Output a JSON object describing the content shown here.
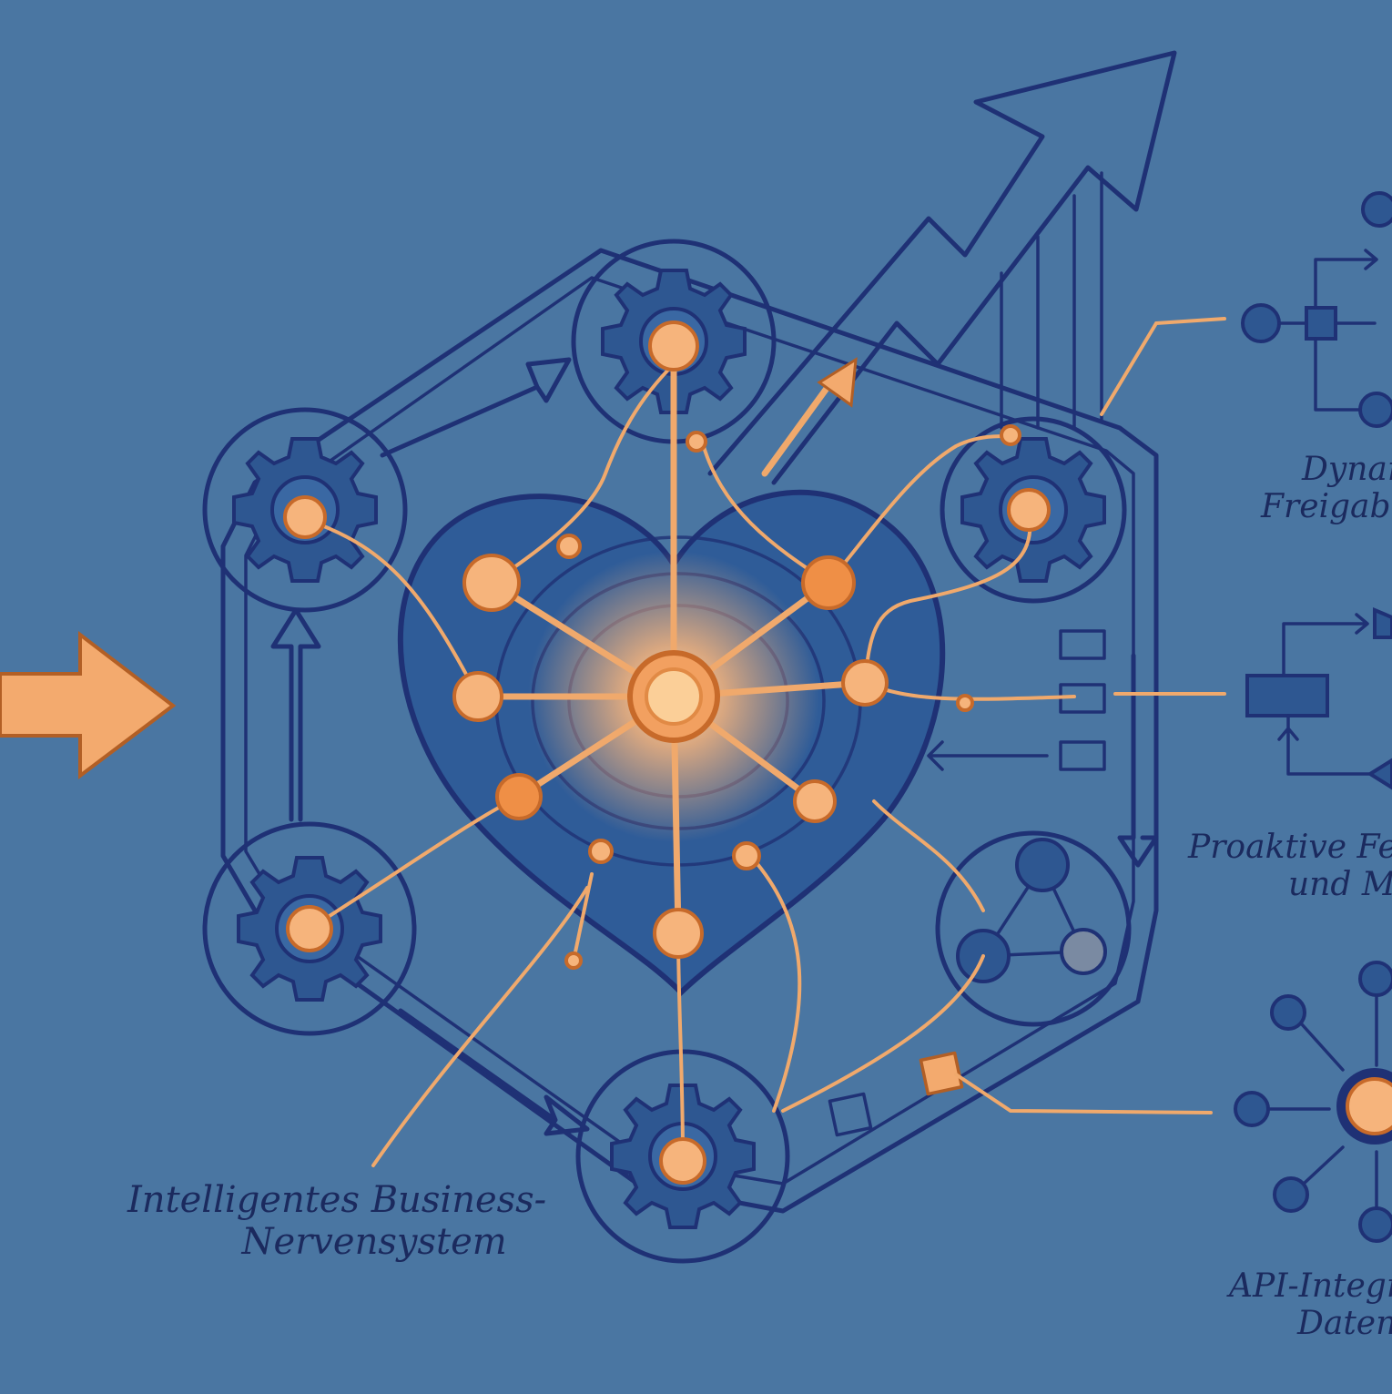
{
  "colors": {
    "background": "#4a76a2",
    "ink": "#1f3175",
    "gear_fill": "#2e5791",
    "heart_fill": "#2f5c98",
    "glow": "#f6b47c",
    "glow_stroke": "#c76a2a"
  },
  "labels": {
    "core_line1": "Intelligentes Business-",
    "core_line2": "Nervensystem",
    "approvals_line1": "Dynam",
    "approvals_line2": "Freigabe",
    "errors_line1": "Proaktive Fe",
    "errors_line2": "und M",
    "api_line1": "API-Integr",
    "api_line2": "Daten"
  },
  "icons": [
    "input-arrow-icon",
    "growth-arrow-icon",
    "gear-icon",
    "heart-icon",
    "network-node-icon",
    "flowchart-icon",
    "hub-icon"
  ]
}
